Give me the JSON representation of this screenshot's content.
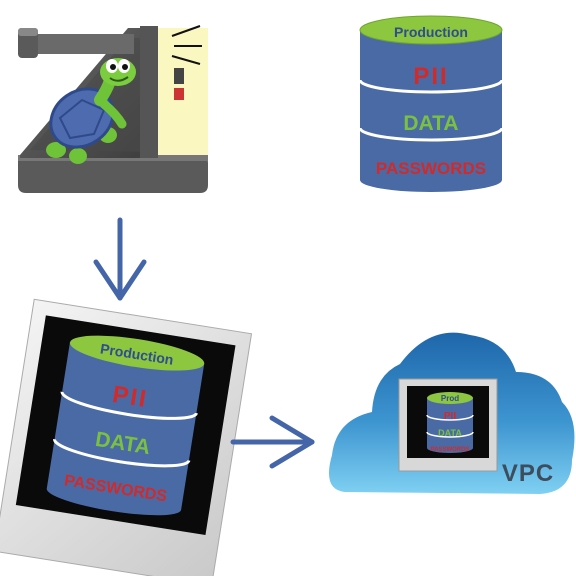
{
  "colors": {
    "db_body": "#4a6aa5",
    "db_top": "#8dc63f",
    "text_red": "#d12a2a",
    "text_green": "#7ac142",
    "text_blue_dark": "#3a5a9a",
    "arrow": "#4466a8",
    "cloud_top": "#2070b0",
    "cloud_bottom": "#6cc6ec",
    "vpc_text": "#3d4d5d"
  },
  "icons": [
    "snapshot-machine-icon",
    "turtle-icon",
    "database-icon",
    "polaroid-photo-icon",
    "cloud-icon",
    "down-arrow-icon",
    "right-arrow-icon"
  ],
  "source_db": {
    "top_label": "Production",
    "row1": "PII",
    "row2": "DATA",
    "row3": "PASSWORDS"
  },
  "photo_db": {
    "top_label": "Production",
    "row1": "PII",
    "row2": "DATA",
    "row3": "PASSWORDS"
  },
  "vpc": {
    "label": "VPC",
    "db_top_label": "Prod",
    "row1": "PII",
    "row2": "DATA",
    "row3": "PASSWORDS"
  }
}
